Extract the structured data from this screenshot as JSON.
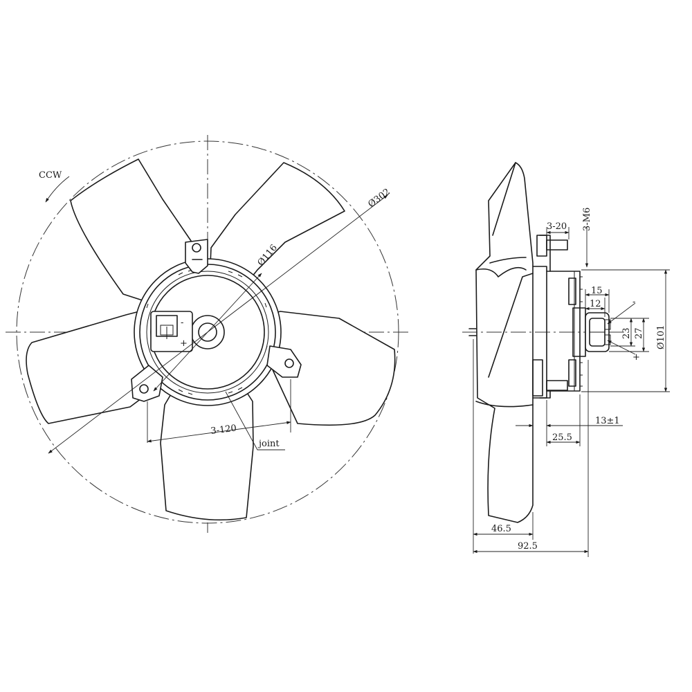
{
  "front_view": {
    "rotation_label": "CCW",
    "outer_diameter_label": "Ø302",
    "hub_diameter_label": "Ø116",
    "mount_holes_label": "3-120",
    "joint_label": "joint",
    "minus_mark": "-",
    "plus_mark": "+"
  },
  "side_view": {
    "stud_thread_label": "3-M6",
    "stud_length_label": "3-20",
    "dim_15": "15",
    "dim_12": "12",
    "dim_23": "23",
    "dim_27": "27",
    "motor_diameter_label": "Ø101",
    "dim_13": "13±1",
    "dim_25_5": "25.5",
    "dim_46_5": "46.5",
    "dim_92_5": "92.5",
    "minus_mark": "-",
    "plus_mark": "+"
  },
  "colors": {
    "line": "#1a1a1a",
    "background": "#ffffff"
  }
}
